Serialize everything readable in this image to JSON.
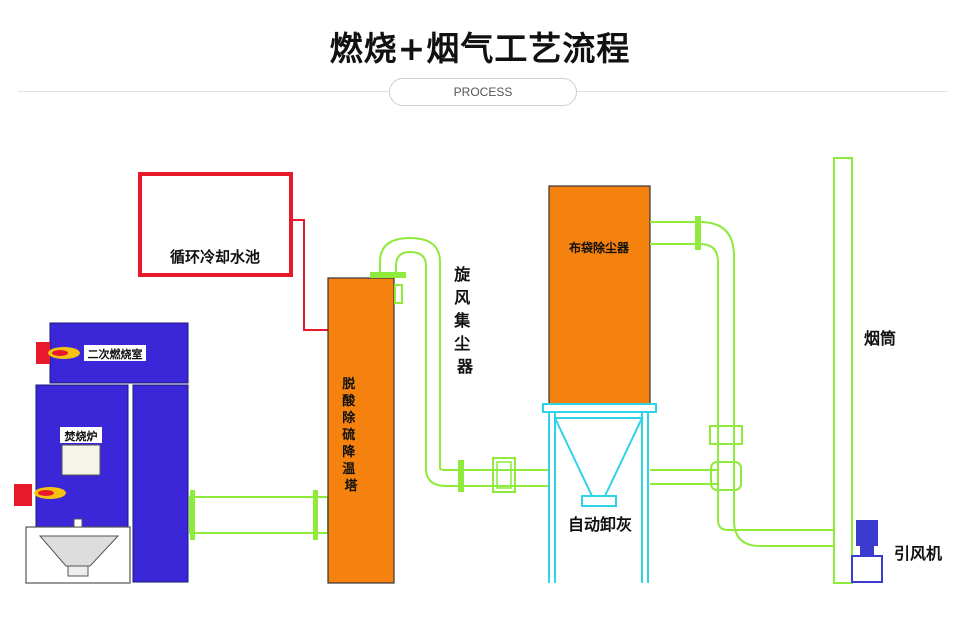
{
  "header": {
    "title": "燃烧+烟气工艺流程",
    "subtitle": "PROCESS"
  },
  "diagram": {
    "labels": {
      "cooling_pool": "循环冷却水池",
      "secondary_chamber": "二次燃烧室",
      "incinerator": "焚烧炉",
      "desulfurization_tower": [
        "脱",
        "酸",
        "除",
        "硫",
        "降",
        "温",
        "塔"
      ],
      "cyclone": [
        "旋",
        "风",
        "集",
        "尘",
        "器"
      ],
      "bag_filter": "布袋除尘器",
      "auto_ash": "自动卸灰",
      "chimney": "烟筒",
      "fan": "引风机"
    },
    "colors": {
      "pipe": "#8eea3b",
      "pool": "#e8192b",
      "equipment_orange": "#f5820f",
      "incinerator_blue": "#3b27d8",
      "hopper_cyan": "#2fd3e8",
      "fan_blue": "#3b3bd0"
    }
  }
}
